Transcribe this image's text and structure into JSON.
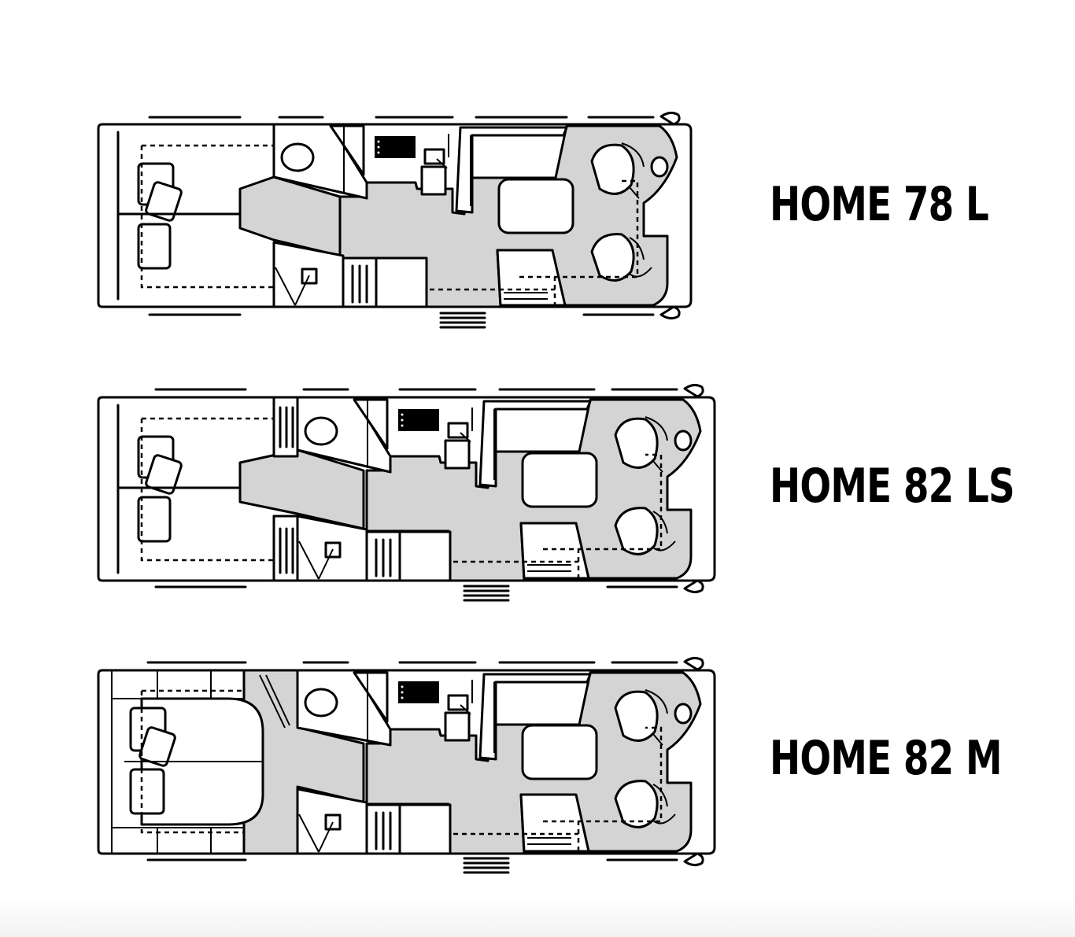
{
  "models": [
    {
      "name": "HOME 78 L"
    },
    {
      "name": "HOME 82 LS"
    },
    {
      "name": "HOME 82 M"
    }
  ],
  "colors": {
    "floor": "#d4d4d4",
    "line": "#000000",
    "background": "#ffffff"
  }
}
